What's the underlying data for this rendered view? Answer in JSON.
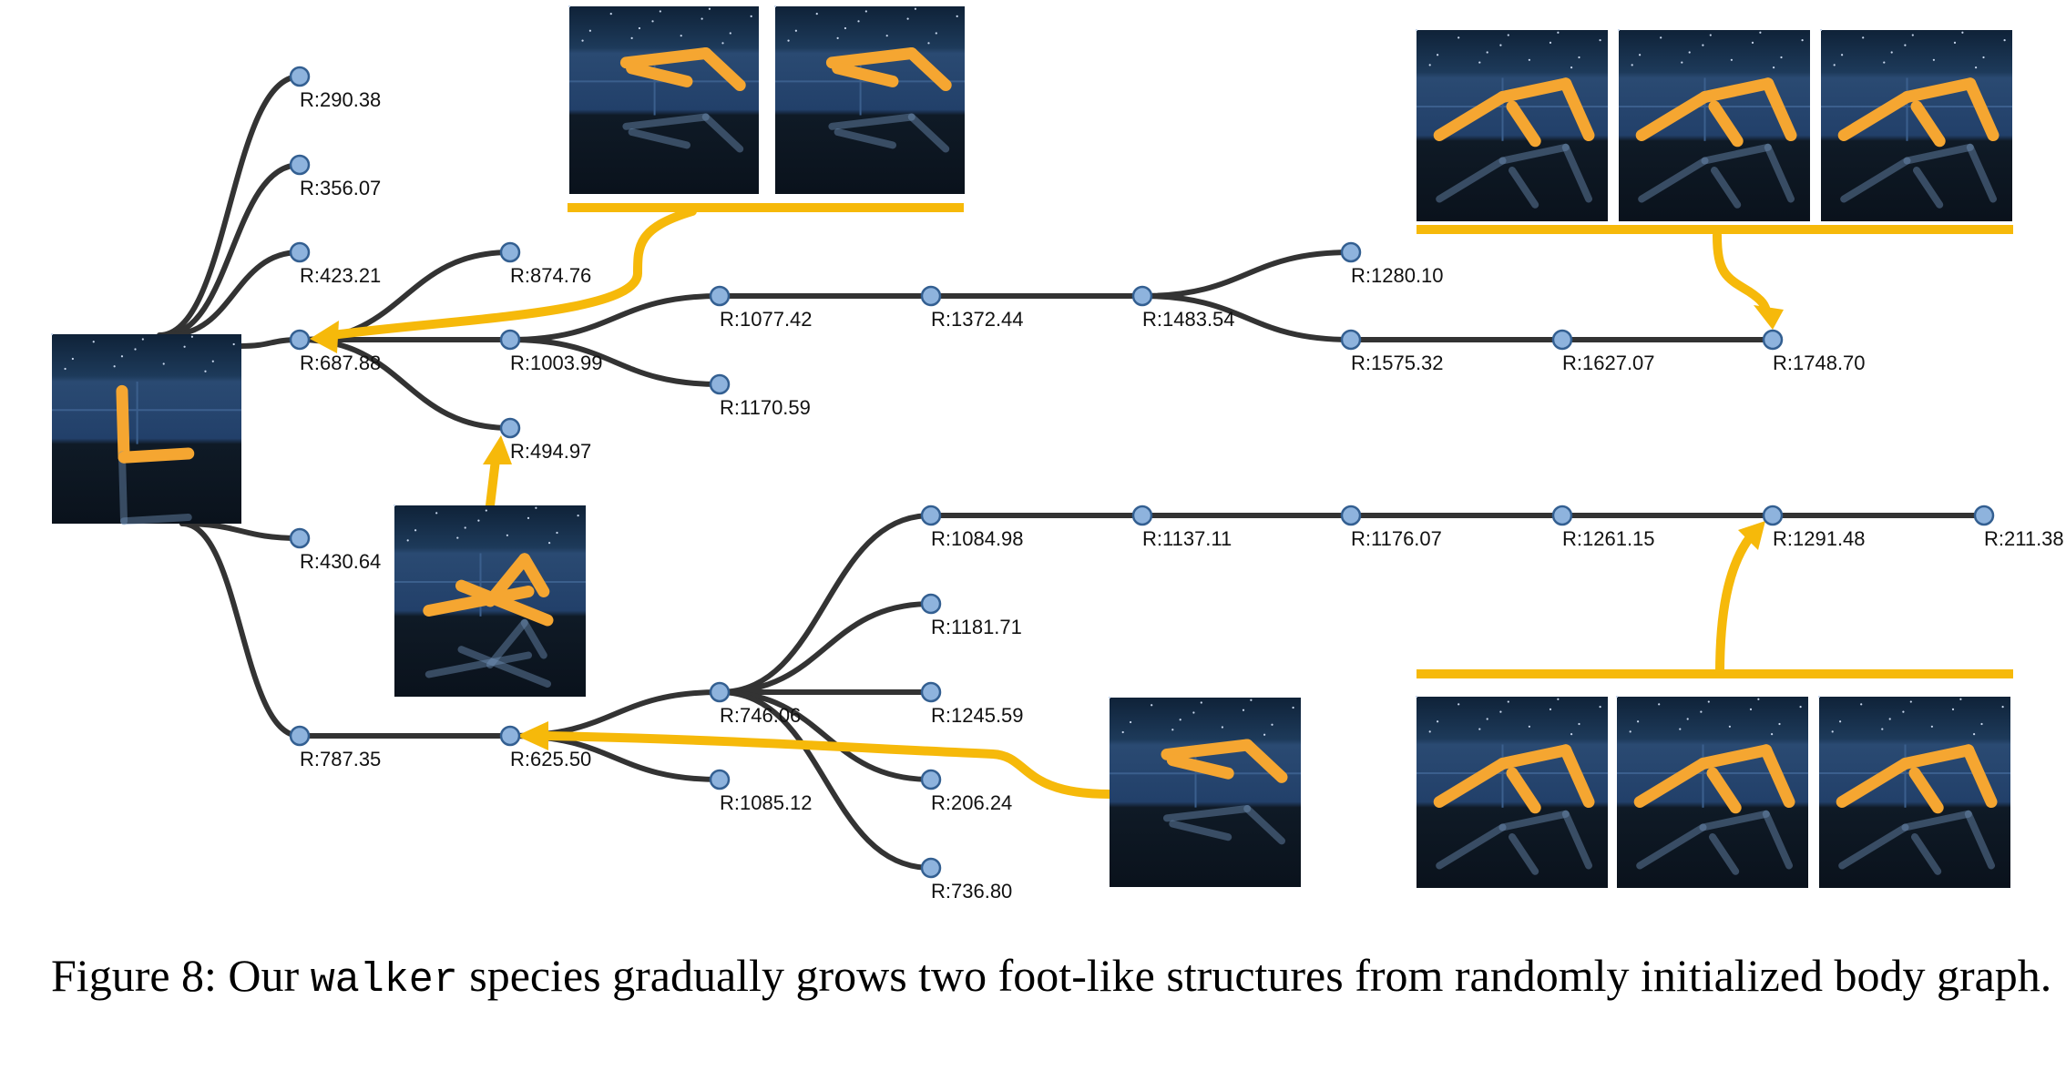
{
  "figure": {
    "caption": {
      "prefix": "Figure 8: Our ",
      "species": "walker",
      "suffix": " species gradually grows two foot-like structures from randomly initialized body graph."
    }
  },
  "colors": {
    "edge": "#333333",
    "node_fill": "#8eb3dd",
    "node_stroke": "#335f91",
    "highlight": "#f6b90a",
    "thumbnail_sky": "#17324f",
    "thumbnail_floor": "#233f63",
    "thumbnail_ground": "#0f1a26",
    "agent_body": "#f5a631"
  },
  "nodes": [
    {
      "id": "a",
      "label": "R:290.38"
    },
    {
      "id": "b",
      "label": "R:356.07"
    },
    {
      "id": "c",
      "label": "R:423.21"
    },
    {
      "id": "d",
      "label": "R:687.88"
    },
    {
      "id": "e",
      "label": "R:430.64"
    },
    {
      "id": "f",
      "label": "R:787.35"
    },
    {
      "id": "g",
      "label": "R:874.76"
    },
    {
      "id": "h",
      "label": "R:1003.99"
    },
    {
      "id": "i",
      "label": "R:494.97"
    },
    {
      "id": "j",
      "label": "R:1077.42"
    },
    {
      "id": "k",
      "label": "R:1170.59"
    },
    {
      "id": "l",
      "label": "R:1372.44"
    },
    {
      "id": "m",
      "label": "R:1483.54"
    },
    {
      "id": "n",
      "label": "R:1280.10"
    },
    {
      "id": "o",
      "label": "R:1575.32"
    },
    {
      "id": "p",
      "label": "R:1627.07"
    },
    {
      "id": "q",
      "label": "R:1748.70"
    },
    {
      "id": "r",
      "label": "R:625.50"
    },
    {
      "id": "s",
      "label": "R:746.06"
    },
    {
      "id": "t",
      "label": "R:1085.12"
    },
    {
      "id": "u",
      "label": "R:1084.98"
    },
    {
      "id": "v",
      "label": "R:1181.71"
    },
    {
      "id": "w",
      "label": "R:1245.59"
    },
    {
      "id": "x",
      "label": "R:206.24"
    },
    {
      "id": "y",
      "label": "R:736.80"
    },
    {
      "id": "z",
      "label": "R:1137.11"
    },
    {
      "id": "aa",
      "label": "R:1176.07"
    },
    {
      "id": "ab",
      "label": "R:1261.15"
    },
    {
      "id": "ac",
      "label": "R:1291.48"
    },
    {
      "id": "ad",
      "label": "R:211.38"
    }
  ],
  "edges": [
    [
      "root",
      "a"
    ],
    [
      "root",
      "b"
    ],
    [
      "root",
      "c"
    ],
    [
      "root",
      "d"
    ],
    [
      "root",
      "e"
    ],
    [
      "root",
      "f"
    ],
    [
      "d",
      "g"
    ],
    [
      "d",
      "h"
    ],
    [
      "d",
      "i"
    ],
    [
      "h",
      "j"
    ],
    [
      "h",
      "k"
    ],
    [
      "j",
      "l"
    ],
    [
      "l",
      "m"
    ],
    [
      "m",
      "n"
    ],
    [
      "m",
      "o"
    ],
    [
      "o",
      "p"
    ],
    [
      "p",
      "q"
    ],
    [
      "f",
      "r"
    ],
    [
      "r",
      "s"
    ],
    [
      "r",
      "t"
    ],
    [
      "s",
      "u"
    ],
    [
      "s",
      "v"
    ],
    [
      "s",
      "w"
    ],
    [
      "s",
      "x"
    ],
    [
      "s",
      "y"
    ],
    [
      "u",
      "z"
    ],
    [
      "z",
      "aa"
    ],
    [
      "aa",
      "ab"
    ],
    [
      "ab",
      "ac"
    ],
    [
      "ac",
      "ad"
    ]
  ],
  "thumbnails": [
    {
      "id": "root",
      "pose": "root-agent"
    },
    {
      "id": "top-1",
      "pose": "crouched"
    },
    {
      "id": "top-2",
      "pose": "crouched"
    },
    {
      "id": "mid",
      "pose": "sprawled"
    },
    {
      "id": "right-top-1",
      "pose": "stretched"
    },
    {
      "id": "right-top-2",
      "pose": "stretched"
    },
    {
      "id": "right-top-3",
      "pose": "stretched"
    },
    {
      "id": "bottom-mid",
      "pose": "crouched"
    },
    {
      "id": "right-bottom-1",
      "pose": "stretched"
    },
    {
      "id": "right-bottom-2",
      "pose": "stretched"
    },
    {
      "id": "right-bottom-3",
      "pose": "stretched"
    }
  ]
}
